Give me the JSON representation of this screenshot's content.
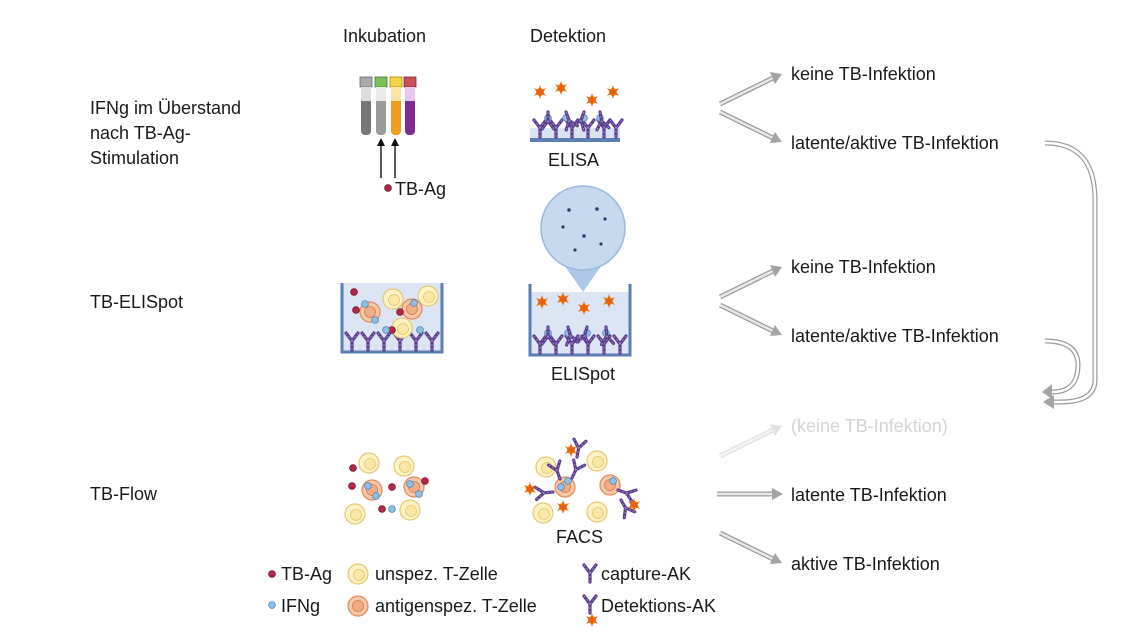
{
  "headers": {
    "incubation": "Inkubation",
    "detection": "Detektion"
  },
  "rows": [
    {
      "label": "IFNg im Überstand\nnach TB-Ag-\nStimulation",
      "method": "ELISA",
      "outcomes": [
        "keine TB-Infektion",
        "latente/aktive TB-Infektion"
      ]
    },
    {
      "label": "TB-ELISpot",
      "method": "ELISpot",
      "outcomes": [
        "keine TB-Infektion",
        "latente/aktive TB-Infektion"
      ]
    },
    {
      "label": "TB-Flow",
      "method": "FACS",
      "outcomes": [
        "(keine TB-Infektion)",
        "latente TB-Infektion",
        "aktive TB-Infektion"
      ]
    }
  ],
  "tb_ag_label": "TB-Ag",
  "legend": {
    "tb_ag": "TB-Ag",
    "ifng": "IFNg",
    "unspez": "unspez. T-Zelle",
    "antigenspez": "antigenspez. T-Zelle",
    "capture": "capture-AK",
    "detektion": "Detektions-AK"
  },
  "colors": {
    "tb_ag": "#a8233f",
    "ifng": "#7fb3dc",
    "cell_yellow": "#fdf2c4",
    "cell_orange": "#f6c7aa",
    "antibody": "#5b3b8c",
    "star": "#e8600f",
    "arrow_gray": "#b8b8b8"
  }
}
